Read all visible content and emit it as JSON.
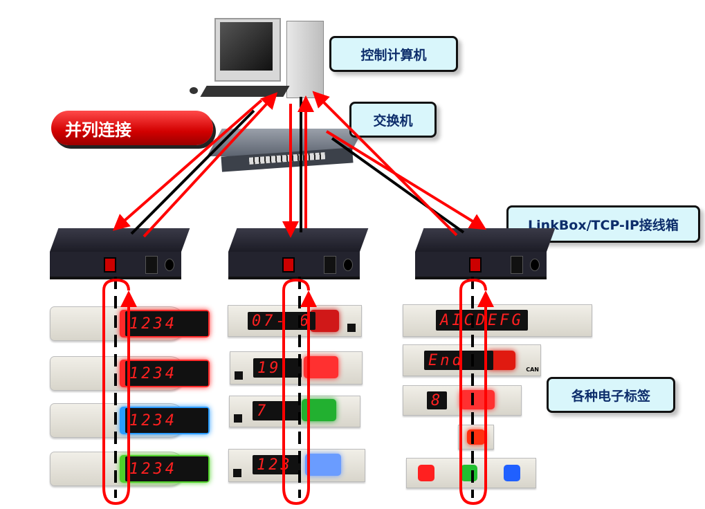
{
  "labels": {
    "computer": "控制计算机",
    "switch": "交换机",
    "parallel": "并列连接",
    "linkbox": "LinkBox/TCP-IP接线箱",
    "tags": "各种电子标签"
  },
  "colors": {
    "wire_red": "#ff0000",
    "wire_black": "#000000",
    "label_bg": "#d9f6fb",
    "label_text": "#0d2d6b"
  },
  "icons": [
    "desktop-computer-icon",
    "network-switch-icon",
    "linkbox-icon",
    "electronic-tag-icon"
  ],
  "columns": [
    {
      "tags": [
        {
          "text": "1234",
          "lamp": "#ff2a2a",
          "style": "pill"
        },
        {
          "text": "1234",
          "lamp": "#ff2a2a",
          "style": "pill"
        },
        {
          "text": "1234",
          "lamp": "#2a9cff",
          "style": "pill"
        },
        {
          "text": "1234",
          "lamp": "#50d02a",
          "style": "pill"
        }
      ]
    },
    {
      "tags": [
        {
          "text": "07- 6",
          "lamp": "#d01818"
        },
        {
          "text": "19",
          "lamp": "#ff3030"
        },
        {
          "text": "7",
          "lamp": "#22b030"
        },
        {
          "text": "123",
          "lamp": "#6a9cff"
        }
      ]
    },
    {
      "tags": [
        {
          "text": "AICDEFG"
        },
        {
          "text": "End",
          "lamp": "#e01a10",
          "extra": "CAN"
        },
        {
          "text": "8",
          "lamp": "#ff3030"
        },
        {
          "lamp": "#ff3010",
          "style": "small"
        },
        {
          "lamps": [
            "#ff2020",
            "#22c030",
            "#2060ff"
          ]
        }
      ]
    }
  ]
}
